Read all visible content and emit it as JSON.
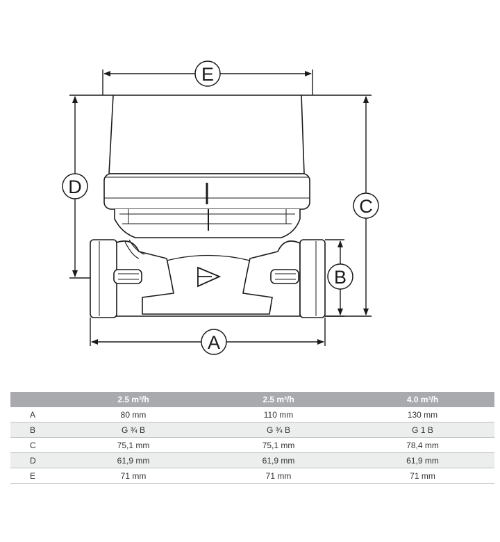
{
  "dimension_labels": {
    "A": "A",
    "B": "B",
    "C": "C",
    "D": "D",
    "E": "E"
  },
  "table": {
    "headers": [
      "",
      "2.5 m³/h",
      "2.5 m³/h",
      "4.0 m³/h"
    ],
    "rows": [
      [
        "A",
        "80 mm",
        "110 mm",
        "130 mm"
      ],
      [
        "B",
        "G ¾ B",
        "G ¾ B",
        "G 1 B"
      ],
      [
        "C",
        "75,1 mm",
        "75,1 mm",
        "78,4 mm"
      ],
      [
        "D",
        "61,9 mm",
        "61,9 mm",
        "61,9 mm"
      ],
      [
        "E",
        "71 mm",
        "71 mm",
        "71 mm"
      ]
    ]
  },
  "colors": {
    "header_bg": "#a8aaad",
    "row_shade": "#eceded",
    "line": "#1a1a1a"
  }
}
